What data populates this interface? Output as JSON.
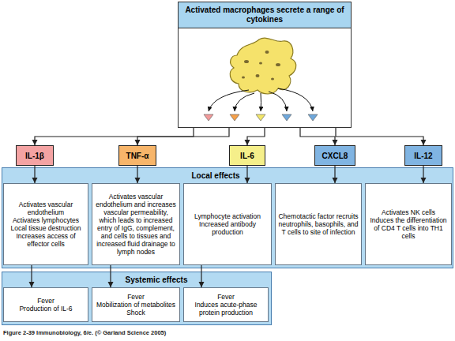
{
  "diagram": {
    "caption": "Figure 2-39 Immunobiology, 6/e. (© Garland Science 2005)",
    "nodes": [
      {
        "text": [
          "Activated macrophages secrete a range of cytokines"
        ]
      },
      {
        "text": [
          "IL-1β"
        ]
      },
      {
        "text": [
          "TNF-α"
        ]
      },
      {
        "text": [
          "IL-6"
        ]
      },
      {
        "text": [
          "CXCL8"
        ]
      },
      {
        "text": [
          "IL-12"
        ]
      },
      {
        "text": [
          "Local effects"
        ]
      },
      {
        "text": [
          "Activates vascular endothelium",
          "Activates lymphocytes",
          "Local tissue destruction",
          "Increases access of effector cells"
        ],
        "in": 6
      },
      {
        "text": [
          "Activates vascular endothelium and increases vascular permeability, which leads to increased entry of IgG, complement, and cells to tissues and increased fluid drainage to lymph nodes"
        ],
        "in": 6
      },
      {
        "text": [
          "Lymphocyte activation",
          "Increased antibody production"
        ],
        "in": 6
      },
      {
        "text": [
          "Chemotactic factor recruits neutrophils, basophils, and T cells to site of infection"
        ],
        "in": 6
      },
      {
        "text": [
          "Activates NK cells",
          "Induces the differentiation of CD4 T cells into TH1 cells"
        ],
        "in": 6
      },
      {
        "text": [
          "Systemic effects"
        ]
      },
      {
        "text": [
          "Fever",
          "Production of IL-6"
        ],
        "in": 12
      },
      {
        "text": [
          "Fever",
          "Mobilization of metabolites",
          "Shock"
        ],
        "in": 12
      },
      {
        "text": [
          "Fever",
          "Induces acute-phase protein production"
        ],
        "in": 12
      }
    ],
    "edges": [
      {
        "from": 0,
        "to": 1,
        "arrow": "to"
      },
      {
        "from": 0,
        "to": 2,
        "arrow": "to"
      },
      {
        "from": 0,
        "to": 3,
        "arrow": "to"
      },
      {
        "from": 0,
        "to": 4,
        "arrow": "to"
      },
      {
        "from": 0,
        "to": 5,
        "arrow": "to"
      },
      {
        "from": 1,
        "to": 7,
        "arrow": "to"
      },
      {
        "from": 2,
        "to": 8,
        "arrow": "to"
      },
      {
        "from": 3,
        "to": 9,
        "arrow": "to"
      },
      {
        "from": 4,
        "to": 10,
        "arrow": "to"
      },
      {
        "from": 5,
        "to": 11,
        "arrow": "to"
      },
      {
        "from": 7,
        "to": 13,
        "arrow": "to"
      },
      {
        "from": 8,
        "to": 14,
        "arrow": "to"
      },
      {
        "from": 9,
        "to": 15,
        "arrow": "to"
      }
    ]
  }
}
